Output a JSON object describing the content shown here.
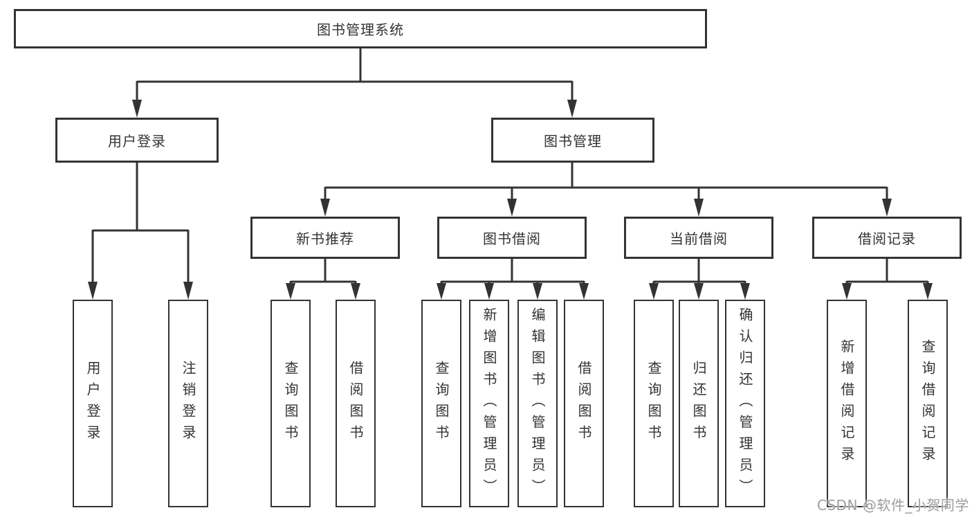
{
  "diagram_title": "图书管理系统",
  "root": {
    "label": "图书管理系统"
  },
  "level2": [
    {
      "label": "用户登录"
    },
    {
      "label": "图书管理"
    }
  ],
  "level3": [
    {
      "label": "新书推荐"
    },
    {
      "label": "图书借阅"
    },
    {
      "label": "当前借阅"
    },
    {
      "label": "借阅记录"
    }
  ],
  "leaves": [
    {
      "label": "用户登录"
    },
    {
      "label": "注销登录"
    },
    {
      "label": "查询图书"
    },
    {
      "label": "借阅图书"
    },
    {
      "label": "查询图书"
    },
    {
      "label": "新增图书（管理员）"
    },
    {
      "label": "编辑图书（管理员）"
    },
    {
      "label": "借阅图书"
    },
    {
      "label": "查询图书"
    },
    {
      "label": "归还图书"
    },
    {
      "label": "确认归还（管理员）"
    },
    {
      "label": "新增借阅记录"
    },
    {
      "label": "查询借阅记录"
    }
  ],
  "watermark": "CSDN @软件_小贺同学",
  "colors": {
    "line": "#333333",
    "box_border": "#333333",
    "box_background": "#ffffff",
    "watermark_text": "#9c9c9c"
  }
}
